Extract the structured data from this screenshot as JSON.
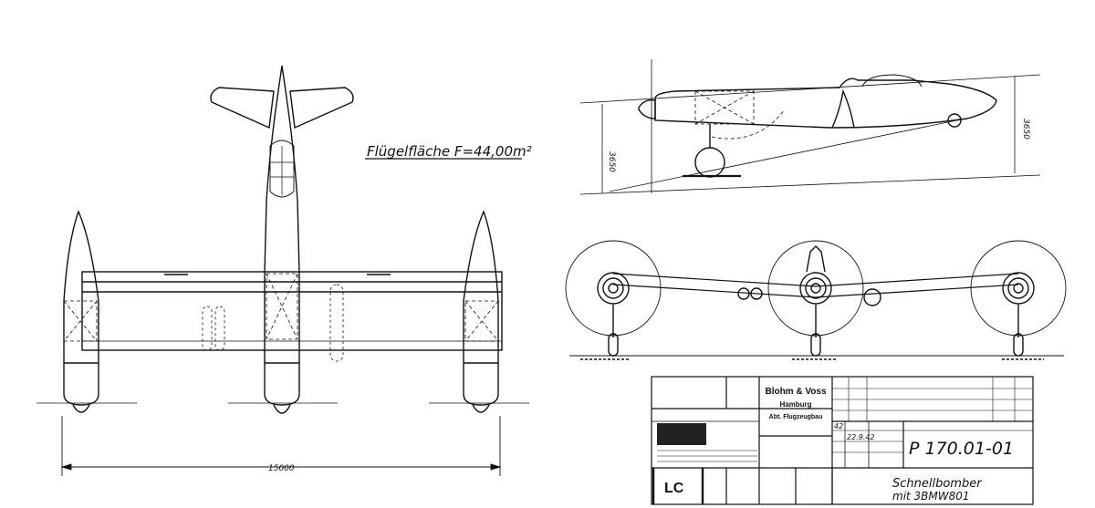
{
  "annotations": {
    "wing_area": "Flügelfläche F=44,00m²",
    "span": "15000",
    "height_left": "3650",
    "height_right": "3650"
  },
  "title_block": {
    "company": "Blohm & Voss",
    "city": "Hamburg",
    "department": "Abt. Flugzeugbau",
    "date_code": "42",
    "date": "22.9.42",
    "drawing_number": "P 170.01-01",
    "initials": "LC",
    "title_line1": "Schnellbomber",
    "title_line2": "mit 3BMW801"
  }
}
